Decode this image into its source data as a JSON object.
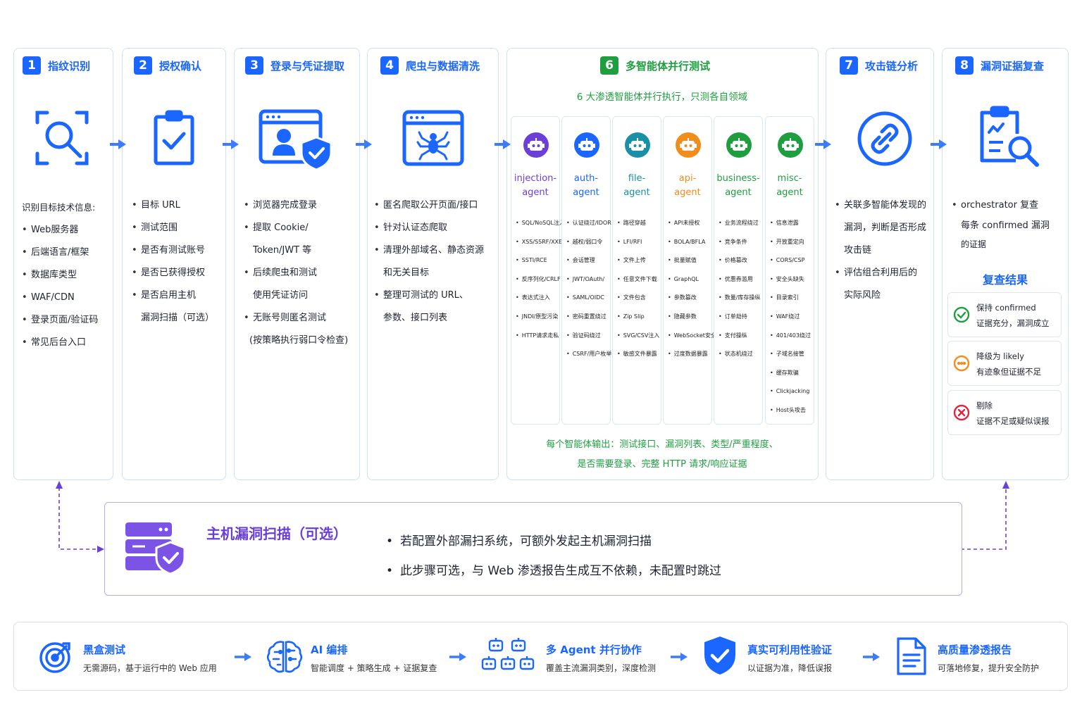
{
  "steps": [
    {
      "num": "1",
      "title": "指纹识别",
      "intro": "识别目标技术信息:",
      "items": [
        "Web服务器",
        "后端语言/框架",
        "数据库类型",
        "WAF/CDN",
        "登录页面/验证码",
        "常见后台入口"
      ]
    },
    {
      "num": "2",
      "title": "授权确认",
      "items": [
        "目标 URL",
        "测试范围",
        "是否有测试账号",
        "是否已获得授权",
        "是否启用主机",
        "漏洞扫描（可选）"
      ]
    },
    {
      "num": "3",
      "title": "登录与凭证提取",
      "items": [
        "浏览器完成登录",
        "提取 Cookie/",
        "Token/JWT 等",
        "后续爬虫和测试",
        "使用凭证访问",
        "无账号则匿名测试",
        "(按策略执行弱口令检查)"
      ]
    },
    {
      "num": "4",
      "title": "爬虫与数据清洗",
      "items": [
        "匿名爬取公开页面/接口",
        "针对认证态爬取",
        "清理外部域名、静态资源",
        "和无关目标",
        "整理可测试的 URL、",
        "参数、接口列表"
      ]
    },
    {
      "num": "6",
      "title": "多智能体并行测试",
      "subtitle": "6 大渗透智能体并行执行，只测各自领域"
    },
    {
      "num": "7",
      "title": "攻击链分析",
      "items": [
        "关联多智能体发现的",
        "漏洞，判断是否形成",
        "攻击链",
        "评估组合利用后的",
        "实际风险"
      ]
    },
    {
      "num": "8",
      "title": "漏洞证据复查",
      "items": [
        "orchestrator 复查",
        "每条 confirmed 漏洞",
        "的证据"
      ]
    }
  ],
  "agents": [
    {
      "name1": "injection-",
      "name2": "agent",
      "color": "#6c3fd8",
      "items": [
        "SQL/NoSQL注入",
        "XSS/SSRF/XXE",
        "SSTI/RCE",
        "反序列化/CRLF",
        "表达式注入",
        "JNDI/原型污染",
        "HTTP请求走私"
      ]
    },
    {
      "name1": "auth-",
      "name2": "agent",
      "color": "#1a66ff",
      "items": [
        "认证绕过/IDOR",
        "越权/弱口令",
        "会话管理",
        "JWT/OAuth/",
        "SAML/OIDC",
        "密码重置绕过",
        "验证码绕过",
        "CSRF/用户枚举"
      ]
    },
    {
      "name1": "file-",
      "name2": "agent",
      "color": "#1a8fa8",
      "items": [
        "路径穿越",
        "LFI/RFI",
        "文件上传",
        "任意文件下载",
        "文件包含",
        "Zip Slip",
        "SVG/CSV注入",
        "敏感文件暴露"
      ]
    },
    {
      "name1": "api-",
      "name2": "agent",
      "color": "#f28c1a",
      "items": [
        "API未授权",
        "BOLA/BFLA",
        "批量赋值",
        "GraphQL",
        "参数篡改",
        "隐藏参数",
        "WebSocket安全",
        "过度数据暴露"
      ]
    },
    {
      "name1": "business-",
      "name2": "agent",
      "color": "#1e9e3f",
      "items": [
        "业务流程绕过",
        "竞争条件",
        "价格篡改",
        "优惠券滥用",
        "数量/库存操纵",
        "订单劫持",
        "支付操纵",
        "状态机绕过"
      ]
    },
    {
      "name1": "misc-",
      "name2": "agent",
      "color": "#1e9e3f",
      "items": [
        "信息泄露",
        "开放重定向",
        "CORS/CSP",
        "安全头缺失",
        "目录索引",
        "WAF绕过",
        "401/403绕过",
        "子域名接管",
        "缓存欺骗",
        "Clickjacking",
        "Host头攻击"
      ]
    }
  ],
  "agents_output": [
    "每个智能体输出：测试接口、漏洞列表、类型/严重程度、",
    "是否需要登录、完整 HTTP 请求/响应证据"
  ],
  "review": {
    "title": "复查结果",
    "results": [
      {
        "line1": "保持 confirmed",
        "line2": "证据充分，漏洞成立",
        "color": "#1e9e3f",
        "icon": "check-circle-icon"
      },
      {
        "line1": "降级为 likely",
        "line2": "有迹象但证据不足",
        "color": "#f28c1a",
        "icon": "dots-circle-icon"
      },
      {
        "line1": "剔除",
        "line2": "证据不足或疑似误报",
        "color": "#e0243b",
        "icon": "x-circle-icon"
      }
    ]
  },
  "host_scan": {
    "title": "主机漏洞扫描（可选）",
    "items": [
      "若配置外部漏扫系统，可额外发起主机漏洞扫描",
      "此步骤可选，与 Web 渗透报告生成互不依赖，未配置时跳过"
    ]
  },
  "features": [
    {
      "title": "黑盒测试",
      "desc": "无需源码，基于运行中的 Web 应用",
      "icon": "target-icon"
    },
    {
      "title": "AI 编排",
      "desc": "智能调度 + 策略生成 + 证据复查",
      "icon": "ai-brain-icon"
    },
    {
      "title": "多 Agent 并行协作",
      "desc": "覆盖主流漏洞类别，深度检测",
      "icon": "robots-icon"
    },
    {
      "title": "真实可利用性验证",
      "desc": "以证据为准，降低误报",
      "icon": "shield-check-icon"
    },
    {
      "title": "高质量渗透报告",
      "desc": "可落地修复，提升安全防护",
      "icon": "document-icon"
    }
  ],
  "colors": {
    "blue": "#1a66ff",
    "green": "#1e9e3f",
    "purple": "#6a3fd6",
    "orange": "#f28c1a",
    "red": "#e0243b"
  }
}
